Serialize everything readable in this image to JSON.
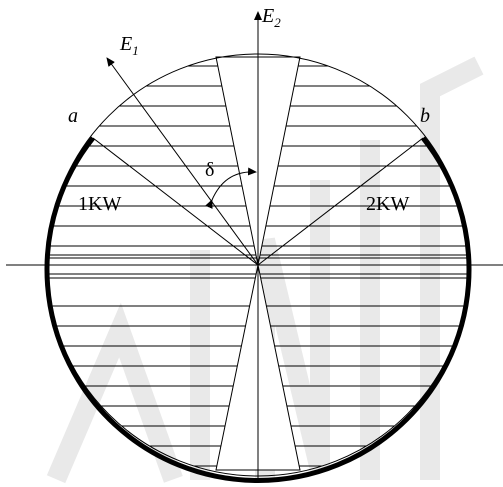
{
  "labels": {
    "e1": "E",
    "e1_sub": "1",
    "e2": "E",
    "e2_sub": "2",
    "point_a": "a",
    "point_b": "b",
    "delta": "δ",
    "sector_left": "1KW",
    "sector_right": "2KW"
  },
  "watermark_color": "#e9e9e9",
  "line_color": "#000000"
}
